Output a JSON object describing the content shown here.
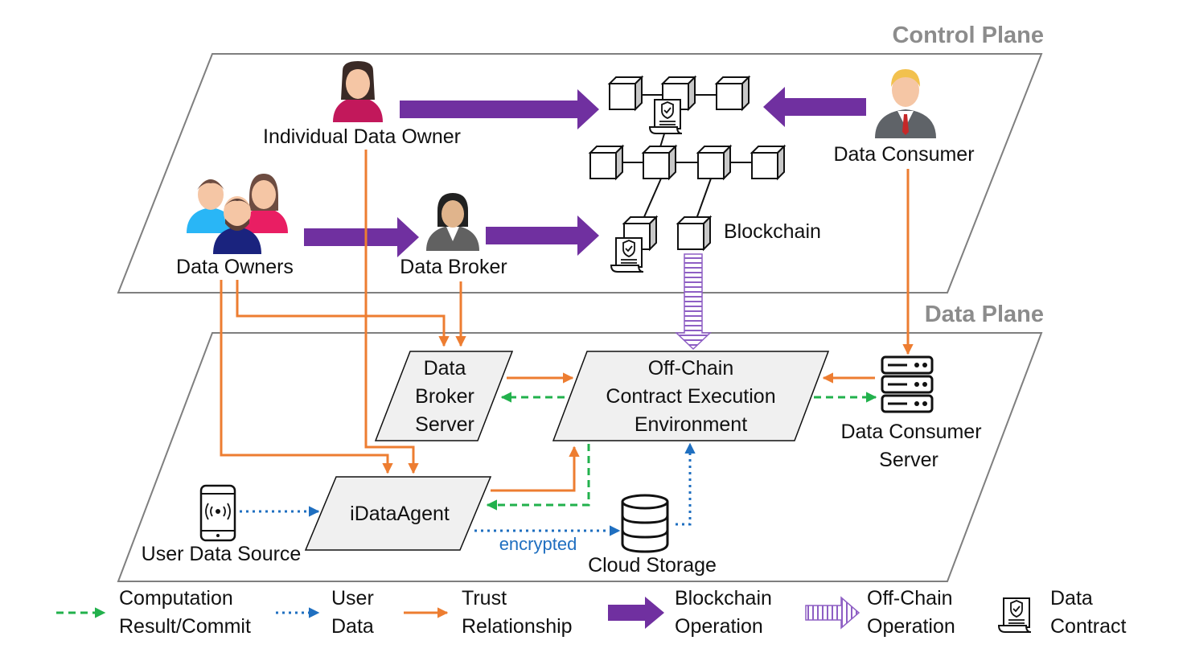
{
  "planes": {
    "control_title": "Control Plane",
    "data_title": "Data Plane"
  },
  "control_plane": {
    "individual_owner": "Individual Data Owner",
    "data_owners": "Data Owners",
    "data_broker": "Data Broker",
    "data_consumer": "Data Consumer",
    "blockchain": "Blockchain"
  },
  "data_plane": {
    "broker_server": [
      "Data",
      "Broker",
      "Server"
    ],
    "offchain_env": [
      "Off-Chain",
      "Contract Execution",
      "Environment"
    ],
    "consumer_server": [
      "Data Consumer",
      "Server"
    ],
    "idataagent": "iDataAgent",
    "user_data_source": "User Data Source",
    "cloud_storage": "Cloud Storage",
    "encrypted": "encrypted"
  },
  "legend": [
    {
      "icon": "green-dashed-arrow",
      "lines": [
        "Computation",
        "Result/Commit"
      ]
    },
    {
      "icon": "blue-dotted-arrow",
      "lines": [
        "User",
        "Data"
      ]
    },
    {
      "icon": "orange-solid-arrow",
      "lines": [
        "Trust",
        "Relationship"
      ]
    },
    {
      "icon": "purple-block-arrow",
      "lines": [
        "Blockchain",
        "Operation"
      ]
    },
    {
      "icon": "striped-block-arrow",
      "lines": [
        "Off-Chain",
        "Operation"
      ]
    },
    {
      "icon": "contract-scroll-icon",
      "lines": [
        "Data",
        "Contract"
      ]
    }
  ],
  "colors": {
    "trust": "#ed7d31",
    "computation": "#22b14c",
    "user_data": "#1f6fc0",
    "blockchain_op": "#7030a0",
    "offchain_op": "#8e5fc4",
    "plane_border": "#7f7f7f",
    "node_fill": "#f0f0f0"
  }
}
